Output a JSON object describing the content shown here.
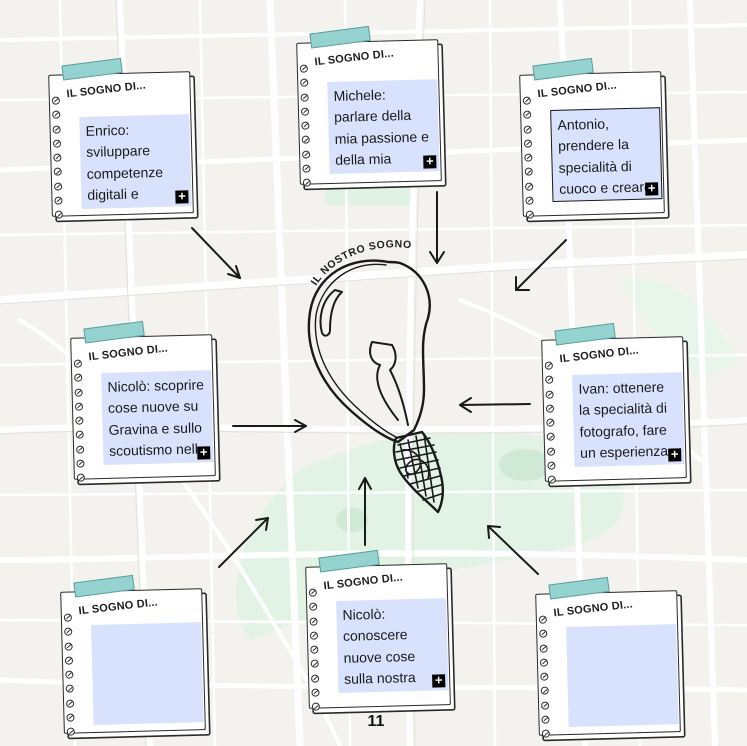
{
  "bulb_label": "IL NOSTRO SOGNO",
  "page_number": "11",
  "notes": [
    {
      "heading": "IL SOGNO DI...",
      "text": "Enrico:\nsviluppare\ncompetenze\ndigitali e",
      "has_plus": true
    },
    {
      "heading": "IL SOGNO DI...",
      "text": "Michele:\nparlare della\nmia passione e\ndella mia",
      "has_plus": true
    },
    {
      "heading": "IL SOGNO DI...",
      "text": "Antonio,\nprendere la\nspecialità di\ncuoco e creare",
      "has_plus": true
    },
    {
      "heading": "IL SOGNO DI...",
      "text": "Nicolò: scoprire\ncose nuove su\nGravina e sullo\nscoutismo nell",
      "has_plus": true
    },
    {
      "heading": "IL SOGNO DI...",
      "text": "Ivan: ottenere\nla specialità di\nfotografo, fare\nun esperienza",
      "has_plus": true
    },
    {
      "heading": "IL SOGNO DI...",
      "text": "",
      "has_plus": false
    },
    {
      "heading": "IL SOGNO DI...",
      "text": "Nicolò:\nconoscere\nnuove cose\nsulla nostra",
      "has_plus": true
    },
    {
      "heading": "IL SOGNO DI...",
      "text": "",
      "has_plus": false
    }
  ],
  "colors": {
    "field_fill": "#d9e2fc",
    "tape": "#95d3d0",
    "map_road": "#ffffff",
    "map_block": "#f2f1ef",
    "map_park": "#dff2e3"
  }
}
